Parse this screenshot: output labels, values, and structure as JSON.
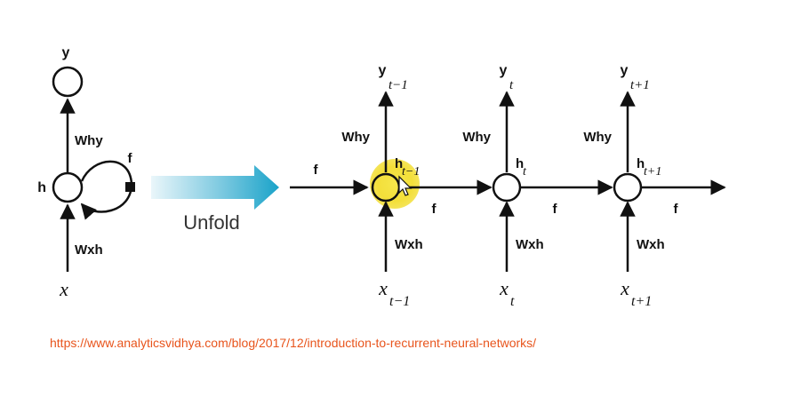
{
  "colors": {
    "ink": "#111111",
    "arrow_fill_light": "#eaf6fa",
    "arrow_fill_dark": "#1aa3c9",
    "link": "#e8541c",
    "highlight": "#f3df3a"
  },
  "folded": {
    "output": "y",
    "hidden": "h",
    "input": "x",
    "weight_out": "Why",
    "weight_in": "Wxh",
    "loop": "f"
  },
  "unfold_label": "Unfold",
  "unrolled": {
    "weight_out": "Why",
    "weight_in": "Wxh",
    "transition": "f",
    "steps": [
      {
        "y_sub": "t−1",
        "h_sub": "t−1",
        "x_sub": "t−1"
      },
      {
        "y_sub": "t",
        "h_sub": "t",
        "x_sub": "t"
      },
      {
        "y_sub": "t+1",
        "h_sub": "t+1",
        "x_sub": "t+1"
      }
    ],
    "letters": {
      "y": "y",
      "h": "h",
      "x": "x"
    }
  },
  "source_url": "https://www.analyticsvidhya.com/blog/2017/12/introduction-to-recurrent-neural-networks/",
  "cursor_icon": "mouse-pointer-icon"
}
